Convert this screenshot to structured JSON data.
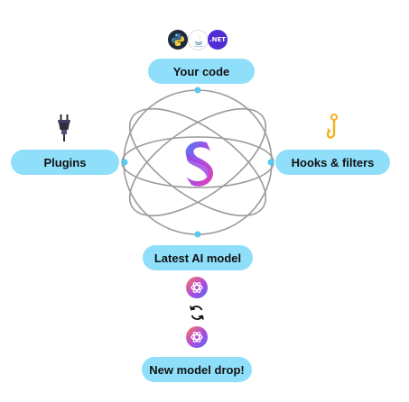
{
  "nodes": {
    "your_code": "Your code",
    "plugins": "Plugins",
    "hooks": "Hooks & filters",
    "latest_model": "Latest AI model",
    "new_model": "New model drop!"
  },
  "languages": {
    "python": "python",
    "java": "java",
    "dotnet": ".NET"
  },
  "colors": {
    "pill": "#8fdffb",
    "connector": "#5ac9ef",
    "orbit": "#9a9a9a",
    "hook": "#f2b21a",
    "dotnet": "#512bd4"
  }
}
